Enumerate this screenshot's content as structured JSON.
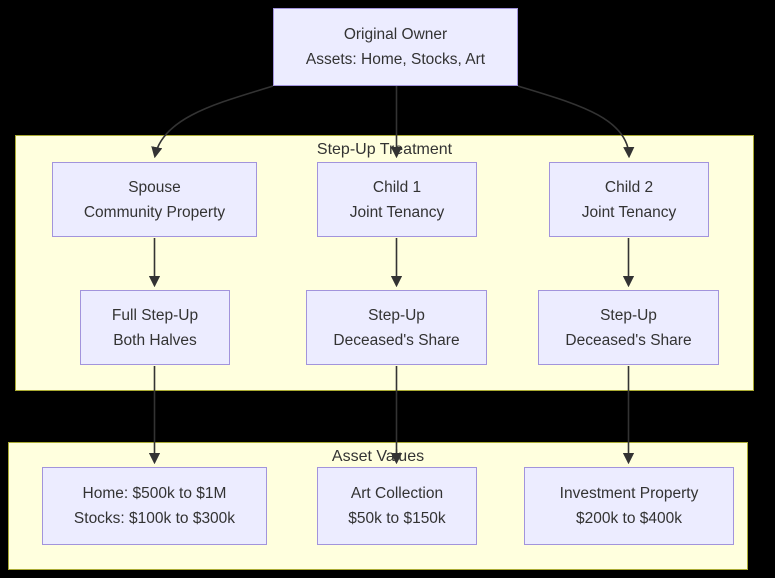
{
  "diagram": {
    "type": "flowchart",
    "colors": {
      "background": "#000000",
      "node_fill": "#ECECFF",
      "node_border": "#9370DB",
      "cluster_fill": "#FFFFDE",
      "cluster_border": "#AAAA33",
      "text": "#333333",
      "arrow": "#333333"
    },
    "root": {
      "line1": "Original Owner",
      "line2": "Assets: Home, Stocks, Art"
    },
    "step_up_cluster": {
      "label": "Step-Up Treatment",
      "spouse": {
        "line1": "Spouse",
        "line2": "Community Property"
      },
      "child1": {
        "line1": "Child 1",
        "line2": "Joint Tenancy"
      },
      "child2": {
        "line1": "Child 2",
        "line2": "Joint Tenancy"
      },
      "spouse_result": {
        "line1": "Full Step-Up",
        "line2": "Both Halves"
      },
      "child1_result": {
        "line1": "Step-Up",
        "line2": "Deceased's Share"
      },
      "child2_result": {
        "line1": "Step-Up",
        "line2": "Deceased's Share"
      }
    },
    "asset_cluster": {
      "label": "Asset Values",
      "home_stocks": {
        "line1": "Home: $500k to $1M",
        "line2": "Stocks: $100k to $300k"
      },
      "art": {
        "line1": "Art Collection",
        "line2": "$50k to $150k"
      },
      "investment": {
        "line1": "Investment Property",
        "line2": "$200k to $400k"
      }
    },
    "edges": [
      {
        "from": "root",
        "to": "spouse"
      },
      {
        "from": "root",
        "to": "child1"
      },
      {
        "from": "root",
        "to": "child2"
      },
      {
        "from": "spouse",
        "to": "spouse_result"
      },
      {
        "from": "child1",
        "to": "child1_result"
      },
      {
        "from": "child2",
        "to": "child2_result"
      },
      {
        "from": "spouse_result",
        "to": "home_stocks"
      },
      {
        "from": "child1_result",
        "to": "art"
      },
      {
        "from": "child2_result",
        "to": "investment"
      }
    ]
  }
}
